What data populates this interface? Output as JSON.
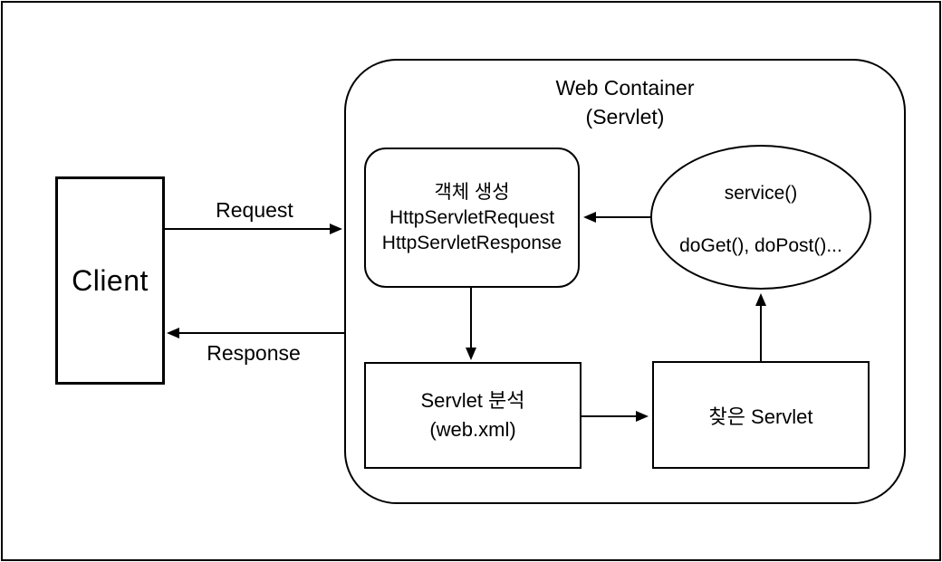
{
  "colors": {
    "stroke": "#000000",
    "background": "#ffffff",
    "text": "#000000"
  },
  "client": {
    "label": "Client"
  },
  "arrows": {
    "request_label": "Request",
    "response_label": "Response"
  },
  "web_container": {
    "title_line1": "Web Container",
    "title_line2": "(Servlet)",
    "object_creation": {
      "line1": "객체 생성",
      "line2": "HttpServletRequest",
      "line3": "HttpServletResponse"
    },
    "service_ellipse": {
      "line1": "service()",
      "line2": "doGet(), doPost()..."
    },
    "servlet_analysis": {
      "line1": "Servlet 분석",
      "line2": "(web.xml)"
    },
    "found_servlet": {
      "label": "찾은 Servlet"
    }
  }
}
